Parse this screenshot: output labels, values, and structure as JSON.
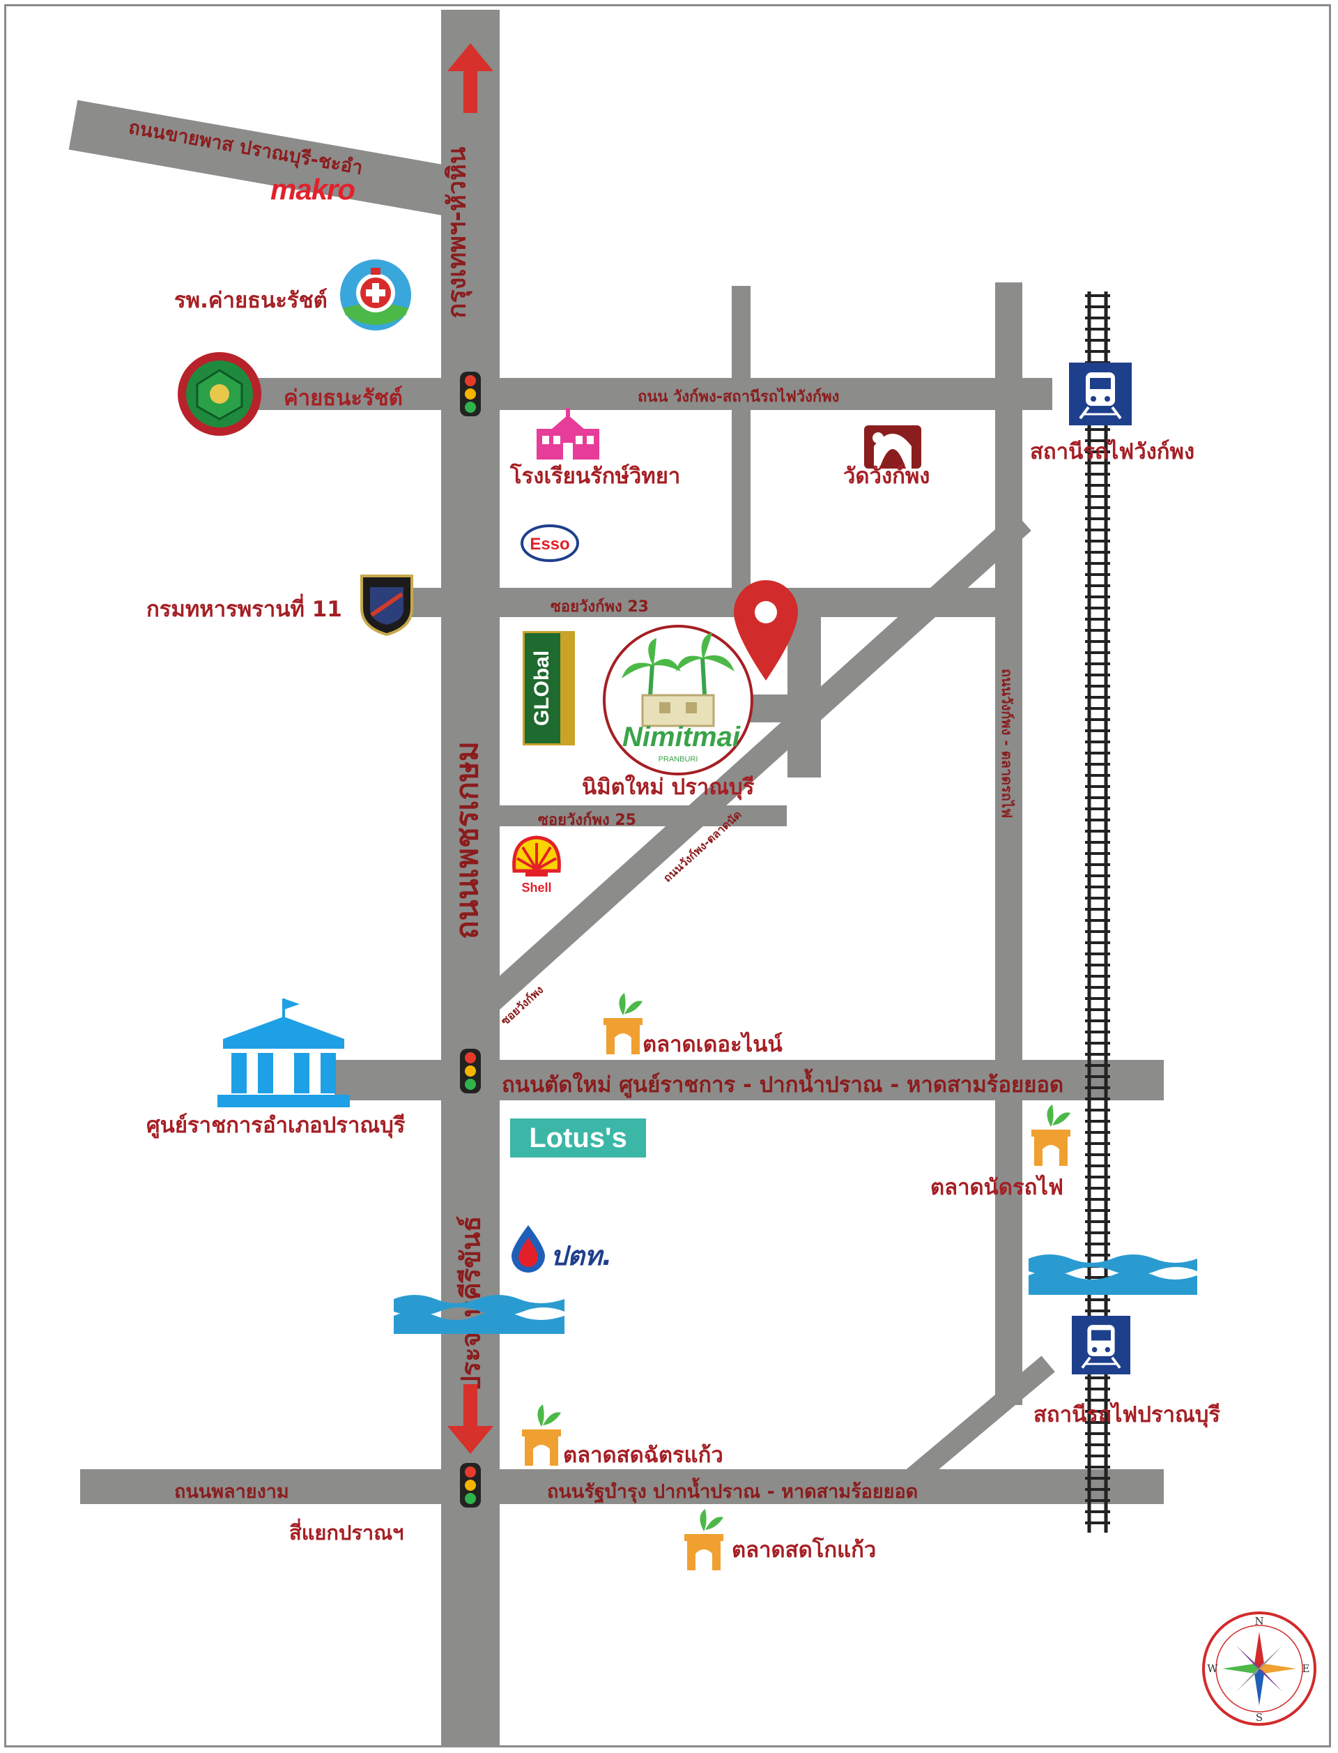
{
  "roads": {
    "highway_north": "กรุงเทพฯ-หัวหิน",
    "highway_main": "ถนนเพชรเกษม",
    "highway_south": "ประจวบคีรีขันธ์",
    "bypass": "ถนนขายพาส ปราณบุรี-ชะอำ",
    "wangphong": "ถนน วังก์พง-สถานีรถไฟวังก์พง",
    "soi23": "ซอยวังก์พง 23",
    "soi25": "ซอยวังก์พง 25",
    "diagonal": "ถนนวังก์พง-ตลาดนัด",
    "diagonal_lower": "ซอยวังก์พง",
    "railroad_road": "ถนนวังก์พง - ตลาดรถไฟ",
    "new_road": "ถนนตัดใหม่ ศูนย์ราชการ - ปากน้ำปราณ - หาดสามร้อยยอด",
    "phlai_ngam": "ถนนพลายงาม",
    "rat_bamrung": "ถนนรัฐบำรุง ปากน้ำปราณ - หาดสามร้อยยอด",
    "intersection": "สี่แยกปราณฯ"
  },
  "places": {
    "makro": "makro",
    "hospital": "รพ.ค่ายธนะรัชต์",
    "camp": "ค่ายธนะรัชต์",
    "school": "โรงเรียนรักษ์วิทยา",
    "temple": "วัดวังก์พง",
    "station_wangphong": "สถานีรถไฟวังก์พง",
    "esso": "Esso",
    "regiment": "กรมทหารพรานที่ 11",
    "global": "GLObal",
    "nimitmai_logo": "Nimitmai",
    "nimitmai_sub": "PRANBURI",
    "nimitmai": "นิมิตใหม่ ปราณบุรี",
    "shell": "Shell",
    "market_the_nine": "ตลาดเดอะไนน์",
    "district_office": "ศูนย์ราชการอำเภอปราณบุรี",
    "lotus": "Lotus's",
    "train_market": "ตลาดนัดรถไฟ",
    "ptt": "ปตท.",
    "station_pranburi": "สถานีรถไฟปราณบุรี",
    "chatkaeo_market": "ตลาดสดฉัตรแก้ว",
    "kokaeo_market": "ตลาดสดโกแก้ว"
  },
  "compass": {
    "n": "N",
    "e": "E",
    "s": "S",
    "w": "W"
  },
  "colors": {
    "road": "#8c8c8b",
    "label": "#a51f24",
    "arrow": "#d6312a",
    "water": "#2a9bd0",
    "station": "#1e3f8c",
    "market": "#f0a030"
  }
}
